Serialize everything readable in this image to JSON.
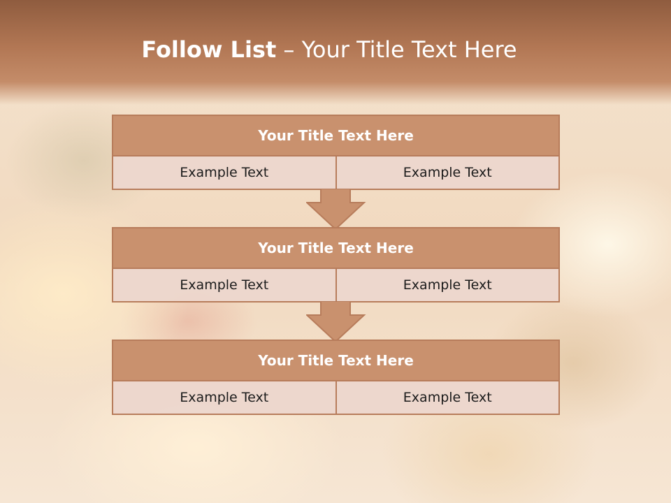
{
  "slide": {
    "title_bold": "Follow List",
    "title_rest": " – Your Title Text Here"
  },
  "blocks": [
    {
      "title": "Your Title Text Here",
      "left": "Example Text",
      "right": "Example Text"
    },
    {
      "title": "Your Title Text Here",
      "left": "Example Text",
      "right": "Example Text"
    },
    {
      "title": "Your Title Text Here",
      "left": "Example Text",
      "right": "Example Text"
    }
  ],
  "colors": {
    "header": "#b27754",
    "block_title_fill": "#c9916e",
    "block_border": "#b77c5b",
    "cell_fill": "#ecd6cd",
    "arrow_fill": "#c9916e"
  }
}
